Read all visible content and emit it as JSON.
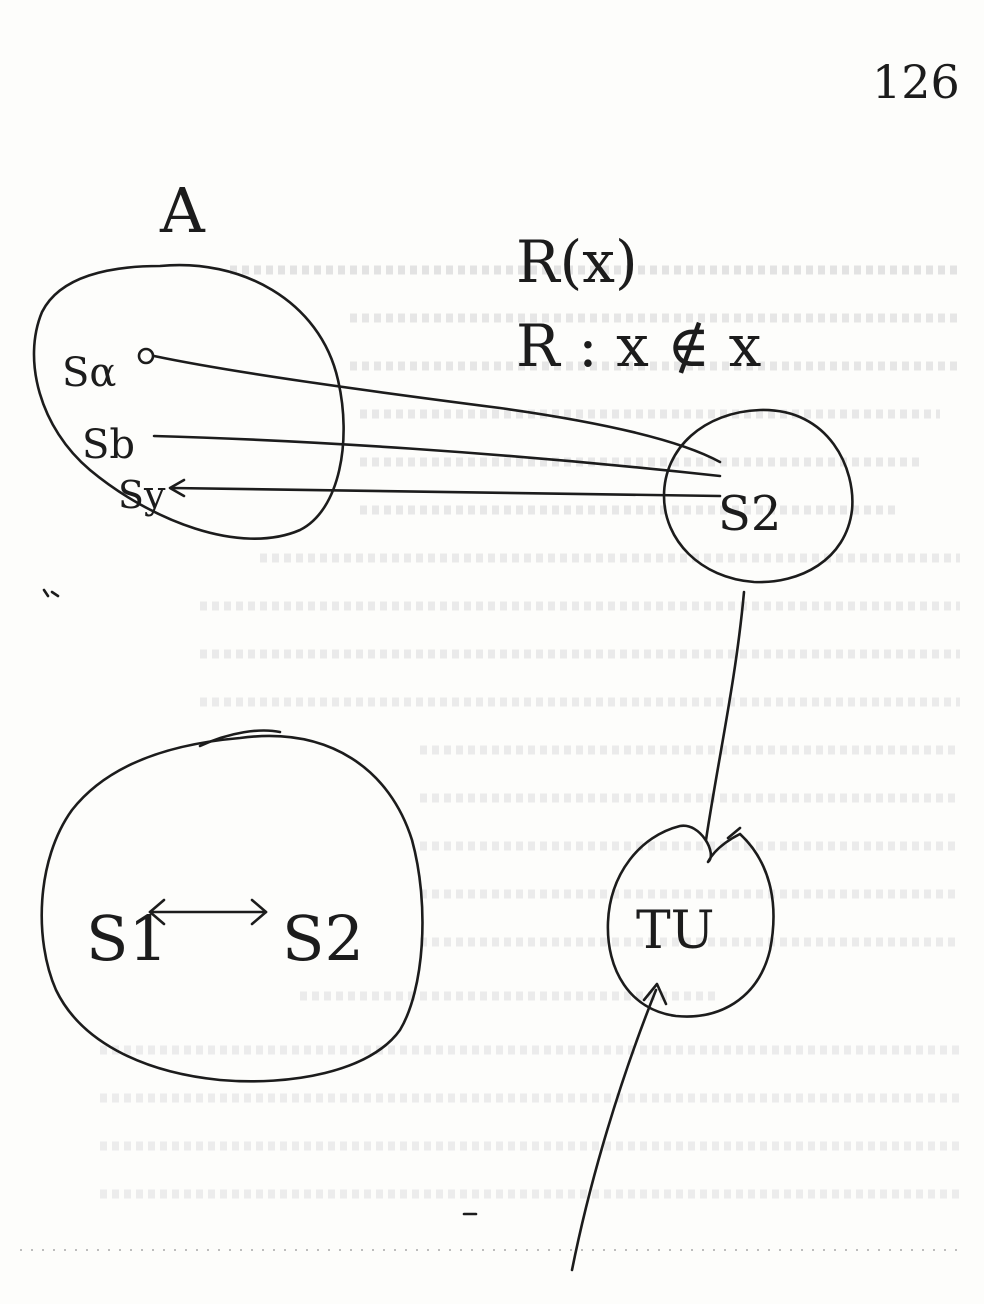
{
  "page_number": "126",
  "set_a": {
    "label": "A",
    "members": [
      "Sα",
      "Sb",
      "Sy"
    ]
  },
  "relation": {
    "line1": "R(x)",
    "line2": "R : x ∉ x"
  },
  "node_s2": {
    "label": "S2"
  },
  "node_tu": {
    "label": "TU"
  },
  "bottom_set": {
    "left": "S1",
    "right": "S2"
  },
  "colors": {
    "ink": "#1c1c1c",
    "paper": "#fdfdfb",
    "bleed_through": "#d4d4d4"
  }
}
